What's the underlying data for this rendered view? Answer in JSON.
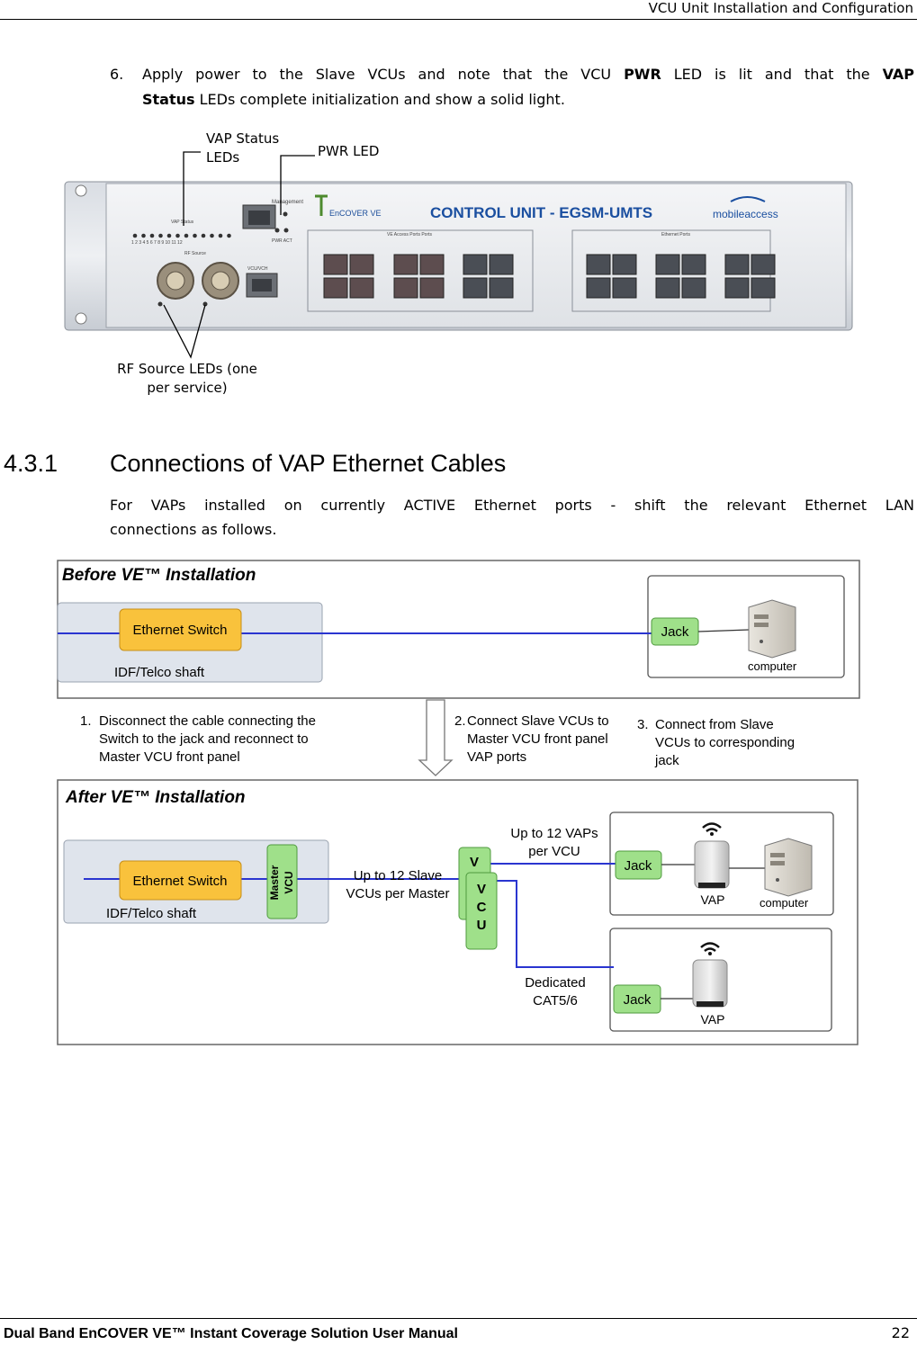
{
  "header": {
    "title": "VCU Unit Installation and Configuration"
  },
  "step6": {
    "number": "6.",
    "text_a": "Apply power to the Slave VCUs and note that the VCU ",
    "pwr": "PWR",
    "text_b": " LED is lit and that the ",
    "vap": "VAP",
    "status": "Status",
    "text_c": " LEDs complete initialization and show a solid light."
  },
  "photo": {
    "callout_vap": "VAP Status LEDs",
    "callout_vap_1": "VAP Status",
    "callout_vap_2": "LEDs",
    "callout_pwr": "PWR LED",
    "callout_rf_1": "RF Source LEDs (one",
    "callout_rf_2": "per service)",
    "unit_title": "CONTROL UNIT - EGSM-UMTS",
    "unit_brand": "EnCOVER VE",
    "unit_logo": "mobileaccess",
    "unit_mgmt": "Management",
    "unit_vap_status": "VAP Status",
    "unit_rf_source": "RF Source",
    "unit_pwr_act": "PWR ACT",
    "unit_vcu": "VCU/VCH",
    "unit_ve_ports": "VE Access Ports Ports",
    "unit_eth_ports": "Ethernet Ports",
    "unit_led_nums": "1 2 3 4 5 6 7 8 9 10 11 12"
  },
  "section": {
    "number": "4.3.1",
    "title": "Connections of VAP Ethernet Cables"
  },
  "intro": {
    "line1": "For VAPs installed on currently ACTIVE Ethernet ports - shift the relevant Ethernet LAN",
    "line2": "connections as follows."
  },
  "diagram": {
    "before_title": "Before VE™ Installation",
    "after_title": "After VE™ Installation",
    "ethernet_switch": "Ethernet Switch",
    "idf": "IDF/Telco shaft",
    "jack": "Jack",
    "computer": "computer",
    "vap": "VAP",
    "step1": [
      "1.",
      "Disconnect the cable connecting the",
      "Switch to the jack and reconnect to",
      "Master VCU front panel"
    ],
    "step2": [
      "2.",
      "Connect Slave VCUs to",
      "Master VCU front panel",
      "VAP ports"
    ],
    "step3": [
      "3.",
      "Connect from Slave",
      "VCUs to corresponding",
      "jack"
    ],
    "master_vcu": [
      "Master",
      "VCU"
    ],
    "slave_vcu": [
      "V",
      "C",
      "U"
    ],
    "slave_v": "V",
    "up_to_slave": [
      "Up to 12 Slave",
      "VCUs per Master"
    ],
    "up_to_vaps": [
      "Up to 12 VAPs",
      "per VCU"
    ],
    "dedicated": [
      "Dedicated",
      "CAT5/6"
    ]
  },
  "footer": {
    "manual": "Dual Band EnCOVER VE™ Instant Coverage Solution User Manual",
    "page": "22"
  }
}
